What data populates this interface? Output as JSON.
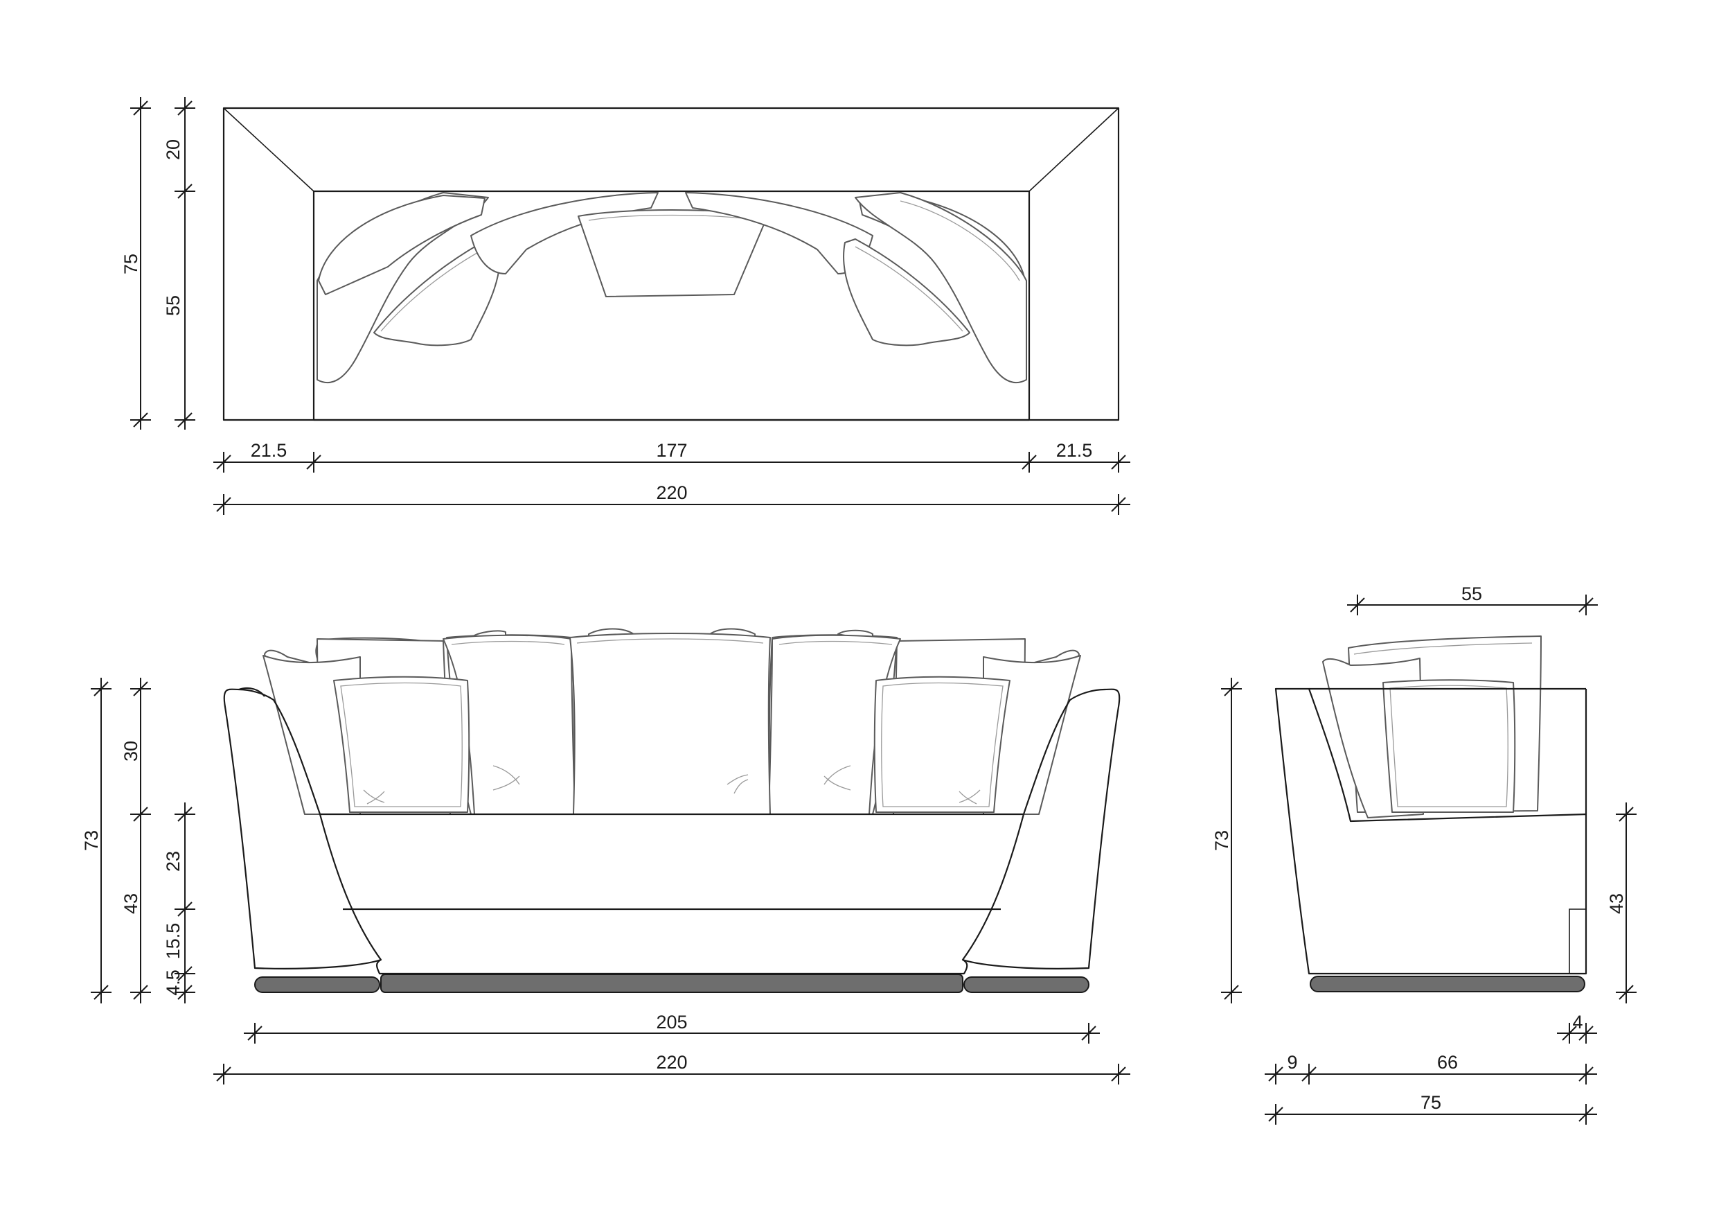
{
  "drawing": {
    "top_view": {
      "dims": {
        "total_depth": "75",
        "back_depth": "20",
        "seat_depth": "55",
        "arm_left": "21.5",
        "seat_width": "177",
        "arm_right": "21.5",
        "total_width": "220"
      }
    },
    "front_view": {
      "dims": {
        "total_height": "73",
        "back_height": "30",
        "seat_height": "43",
        "seat_cushion": "23",
        "frame": "15.5",
        "base": "4.5",
        "base_width": "205",
        "total_width": "220"
      }
    },
    "side_view": {
      "dims": {
        "seat_depth_top": "55",
        "total_height": "73",
        "seat_height": "43",
        "leg_inset": "4",
        "back_offset": "9",
        "seat_depth": "66",
        "total_depth": "75"
      }
    },
    "colors": {
      "line": "#1a1a1a",
      "cushion_stroke": "#5a5a5a",
      "base_fill": "#6e6e6e"
    }
  }
}
